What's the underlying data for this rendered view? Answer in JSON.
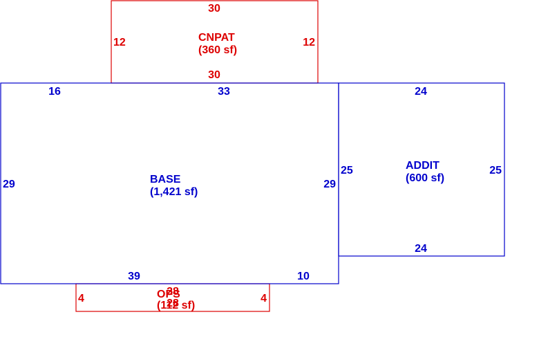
{
  "colors": {
    "base": "#0000cc",
    "addition": "#dd0000",
    "background": "#ffffff"
  },
  "areas": {
    "cnpat": {
      "name": "CNPAT",
      "area": "(360 sf)",
      "dims": {
        "top": "30",
        "bottom": "30",
        "left": "12",
        "right": "12"
      }
    },
    "base": {
      "name": "BASE",
      "area": "(1,421 sf)",
      "dims": {
        "top_left": "16",
        "top_right": "33",
        "left": "29",
        "right": "29",
        "bottom_left": "39",
        "bottom_right": "10"
      }
    },
    "addit": {
      "name": "ADDIT",
      "area": "(600 sf)",
      "dims": {
        "top": "24",
        "bottom": "24",
        "left": "25",
        "right": "25"
      }
    },
    "ops": {
      "name": "OPS",
      "area": "(112 sf)",
      "dims": {
        "top": "28",
        "bottom": "28",
        "left": "4",
        "right": "4"
      }
    }
  }
}
